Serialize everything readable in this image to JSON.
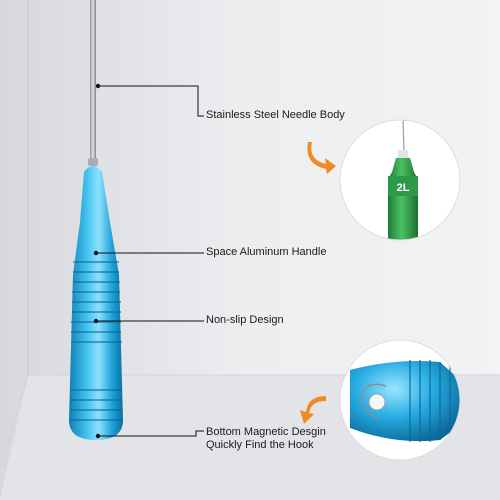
{
  "callouts": {
    "needle": "Stainless Steel Needle Body",
    "handle": "Space Aluminum Handle",
    "grip": "Non-slip Design",
    "bottom_line1": "Bottom Magnetic Desgin",
    "bottom_line2": "Quickly Find the Hook"
  },
  "inset_top": {
    "bottle_label": "2L"
  },
  "colors": {
    "handle_blue": "#2bb3e6",
    "arrow_orange": "#f08a24",
    "bottle_green": "#2fa04a",
    "background": "#e9eaec"
  }
}
